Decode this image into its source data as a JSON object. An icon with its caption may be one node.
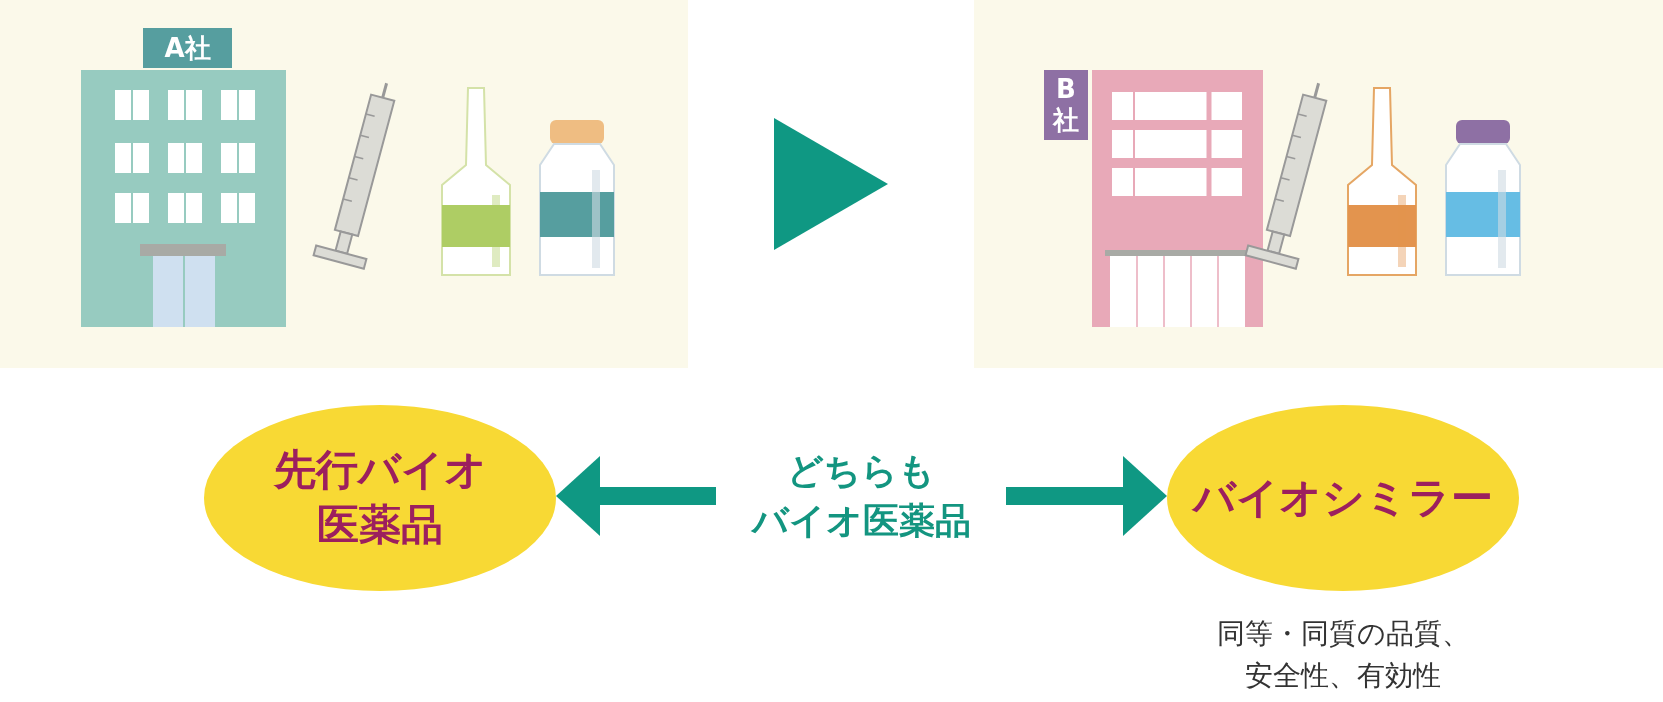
{
  "diagram": {
    "nodes": [
      {
        "text": [
          "A社"
        ]
      },
      {
        "text": [
          "B社"
        ]
      },
      {
        "text": [
          "先行バイオ医薬品"
        ]
      },
      {
        "text": [
          "どちらもバイオ医薬品"
        ]
      },
      {
        "text": [
          "バイオシミラー"
        ],
        "beside": [
          "同等・同質の品質、安全性、有効性"
        ]
      }
    ],
    "edges": [
      {
        "from": 0,
        "to": 1,
        "arrow": "to"
      },
      {
        "from": 3,
        "to": 2,
        "arrow": "to"
      },
      {
        "from": 3,
        "to": 4,
        "arrow": "to"
      }
    ]
  }
}
